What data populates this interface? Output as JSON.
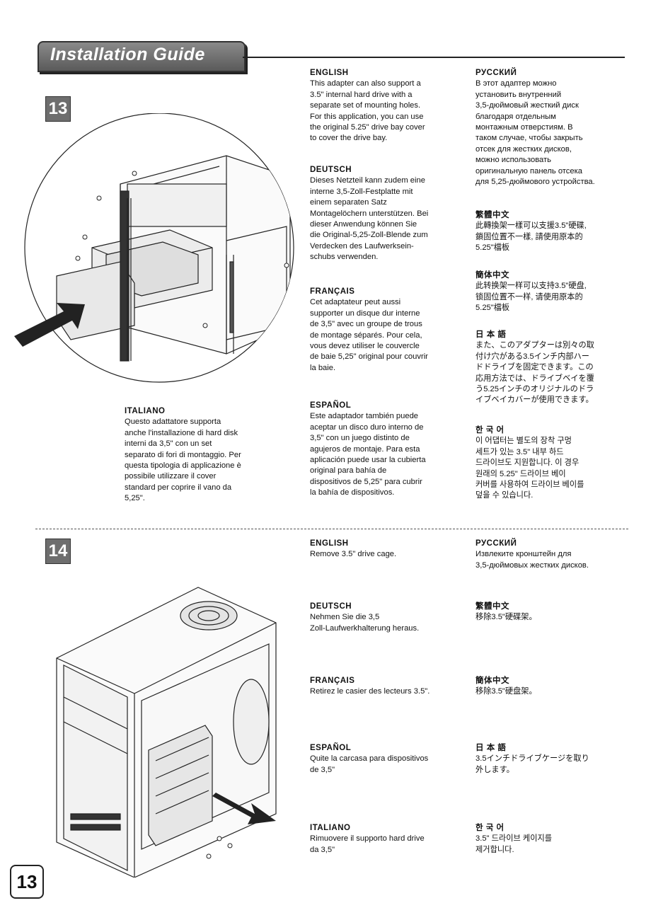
{
  "header": {
    "title": "Installation Guide"
  },
  "page_number": "13",
  "step13": {
    "number": "13",
    "en": {
      "heading": "ENGLISH",
      "text": "This adapter can also support a\n3.5\" internal hard drive with a\nseparate set of mounting holes.\nFor this application, you can use\nthe original 5.25\" drive bay cover\nto cover the drive bay."
    },
    "de": {
      "heading": "DEUTSCH",
      "text": "Dieses Netzteil kann zudem eine\ninterne 3,5-Zoll-Festplatte mit\neinem separaten Satz\nMontagelöchern unterstützen. Bei\ndieser Anwendung können Sie\ndie Original-5,25-Zoll-Blende zum\nVerdecken des Laufwerksein-\nschubs verwenden."
    },
    "fr": {
      "heading": "FRANÇAIS",
      "text": "Cet adaptateur peut aussi\nsupporter un disque dur interne\nde 3,5\" avec un groupe de trous\nde montage séparés. Pour cela,\nvous devez utiliser le couvercle\nde baie 5,25\" original pour couvrir\nla baie."
    },
    "es": {
      "heading": "ESPAÑOL",
      "text": "Este adaptador también puede\naceptar un disco duro interno de\n3,5\" con un juego distinto de\nagujeros de montaje. Para esta\naplicación puede usar la cubierta\noriginal para bahía de\ndispositivos de 5,25\" para cubrir\nla bahía de dispositivos."
    },
    "it": {
      "heading": "ITALIANO",
      "text": "Questo adattatore supporta\nanche l'installazione di hard disk\ninterni da 3,5\" con un set\nseparato di fori di montaggio. Per\nquesta tipologia di applicazione è\npossibile utilizzare il cover\nstandard per coprire il vano da\n5,25\"."
    },
    "ru": {
      "heading": "РУССКИЙ",
      "text": "В этот адаптер можно\nустановить внутренний\n3,5-дюймовый жесткий диск\nблагодаря отдельным\nмонтажным отверстиям. В\nтаком случае, чтобы закрыть\nотсек для жестких дисков,\nможно использовать\nоригинальную панель отсека\nдля 5,25-дюймового устройства."
    },
    "zh_tw": {
      "heading": "繁體中文",
      "text": "此轉換架一樣可以支援3.5\"硬碟,\n鎖固位置不一樣, 請使用原本的\n5.25\"檔板"
    },
    "zh_cn": {
      "heading": "簡体中文",
      "text": "此转换架一样可以支持3.5\"硬盘,\n锁固位置不一样, 请使用原本的\n5.25\"檔板"
    },
    "ja": {
      "heading": "日 本 語",
      "text": "また、このアダプターは別々の取\n付け穴がある3.5インチ内部ハー\nドドライブを固定できます。この\n応用方法では、ドライブベイを覆\nう5.25インチのオリジナルのドラ\nイブベイカバーが使用できます。"
    },
    "ko": {
      "heading": "한 국 어",
      "text": "이 어댑터는 별도의 장착 구멍\n세트가 있는 3.5\" 내부 하드\n드라이브도 지원합니다. 이 경우\n원래의 5.25\" 드라이브 베이\n커버를 사용하여 드라이브 베이를\n덮을 수 있습니다."
    }
  },
  "step14": {
    "number": "14",
    "en": {
      "heading": "ENGLISH",
      "text": "Remove 3.5\" drive cage."
    },
    "de": {
      "heading": "DEUTSCH",
      "text": "Nehmen Sie die 3,5\nZoll-Laufwerkhalterung heraus."
    },
    "fr": {
      "heading": "FRANÇAIS",
      "text": "Retirez le casier des lecteurs 3.5\"."
    },
    "es": {
      "heading": "ESPAÑOL",
      "text": "Quite la carcasa para dispositivos\nde 3,5\""
    },
    "it": {
      "heading": "ITALIANO",
      "text": "Rimuovere il supporto hard drive\nda 3,5\""
    },
    "ru": {
      "heading": "РУССКИЙ",
      "text": "Извлеките кронштейн для\n3,5-дюймовых жестких дисков."
    },
    "zh_tw": {
      "heading": "繁體中文",
      "text": "移除3.5\"硬碟架。"
    },
    "zh_cn": {
      "heading": "簡体中文",
      "text": "移除3.5\"硬盘架。"
    },
    "ja": {
      "heading": "日 本 語",
      "text": "3.5インチドライブケージを取り\n外します。"
    },
    "ko": {
      "heading": "한 국 어",
      "text": "3.5\" 드라이브 케이지를\n제거합니다."
    }
  }
}
